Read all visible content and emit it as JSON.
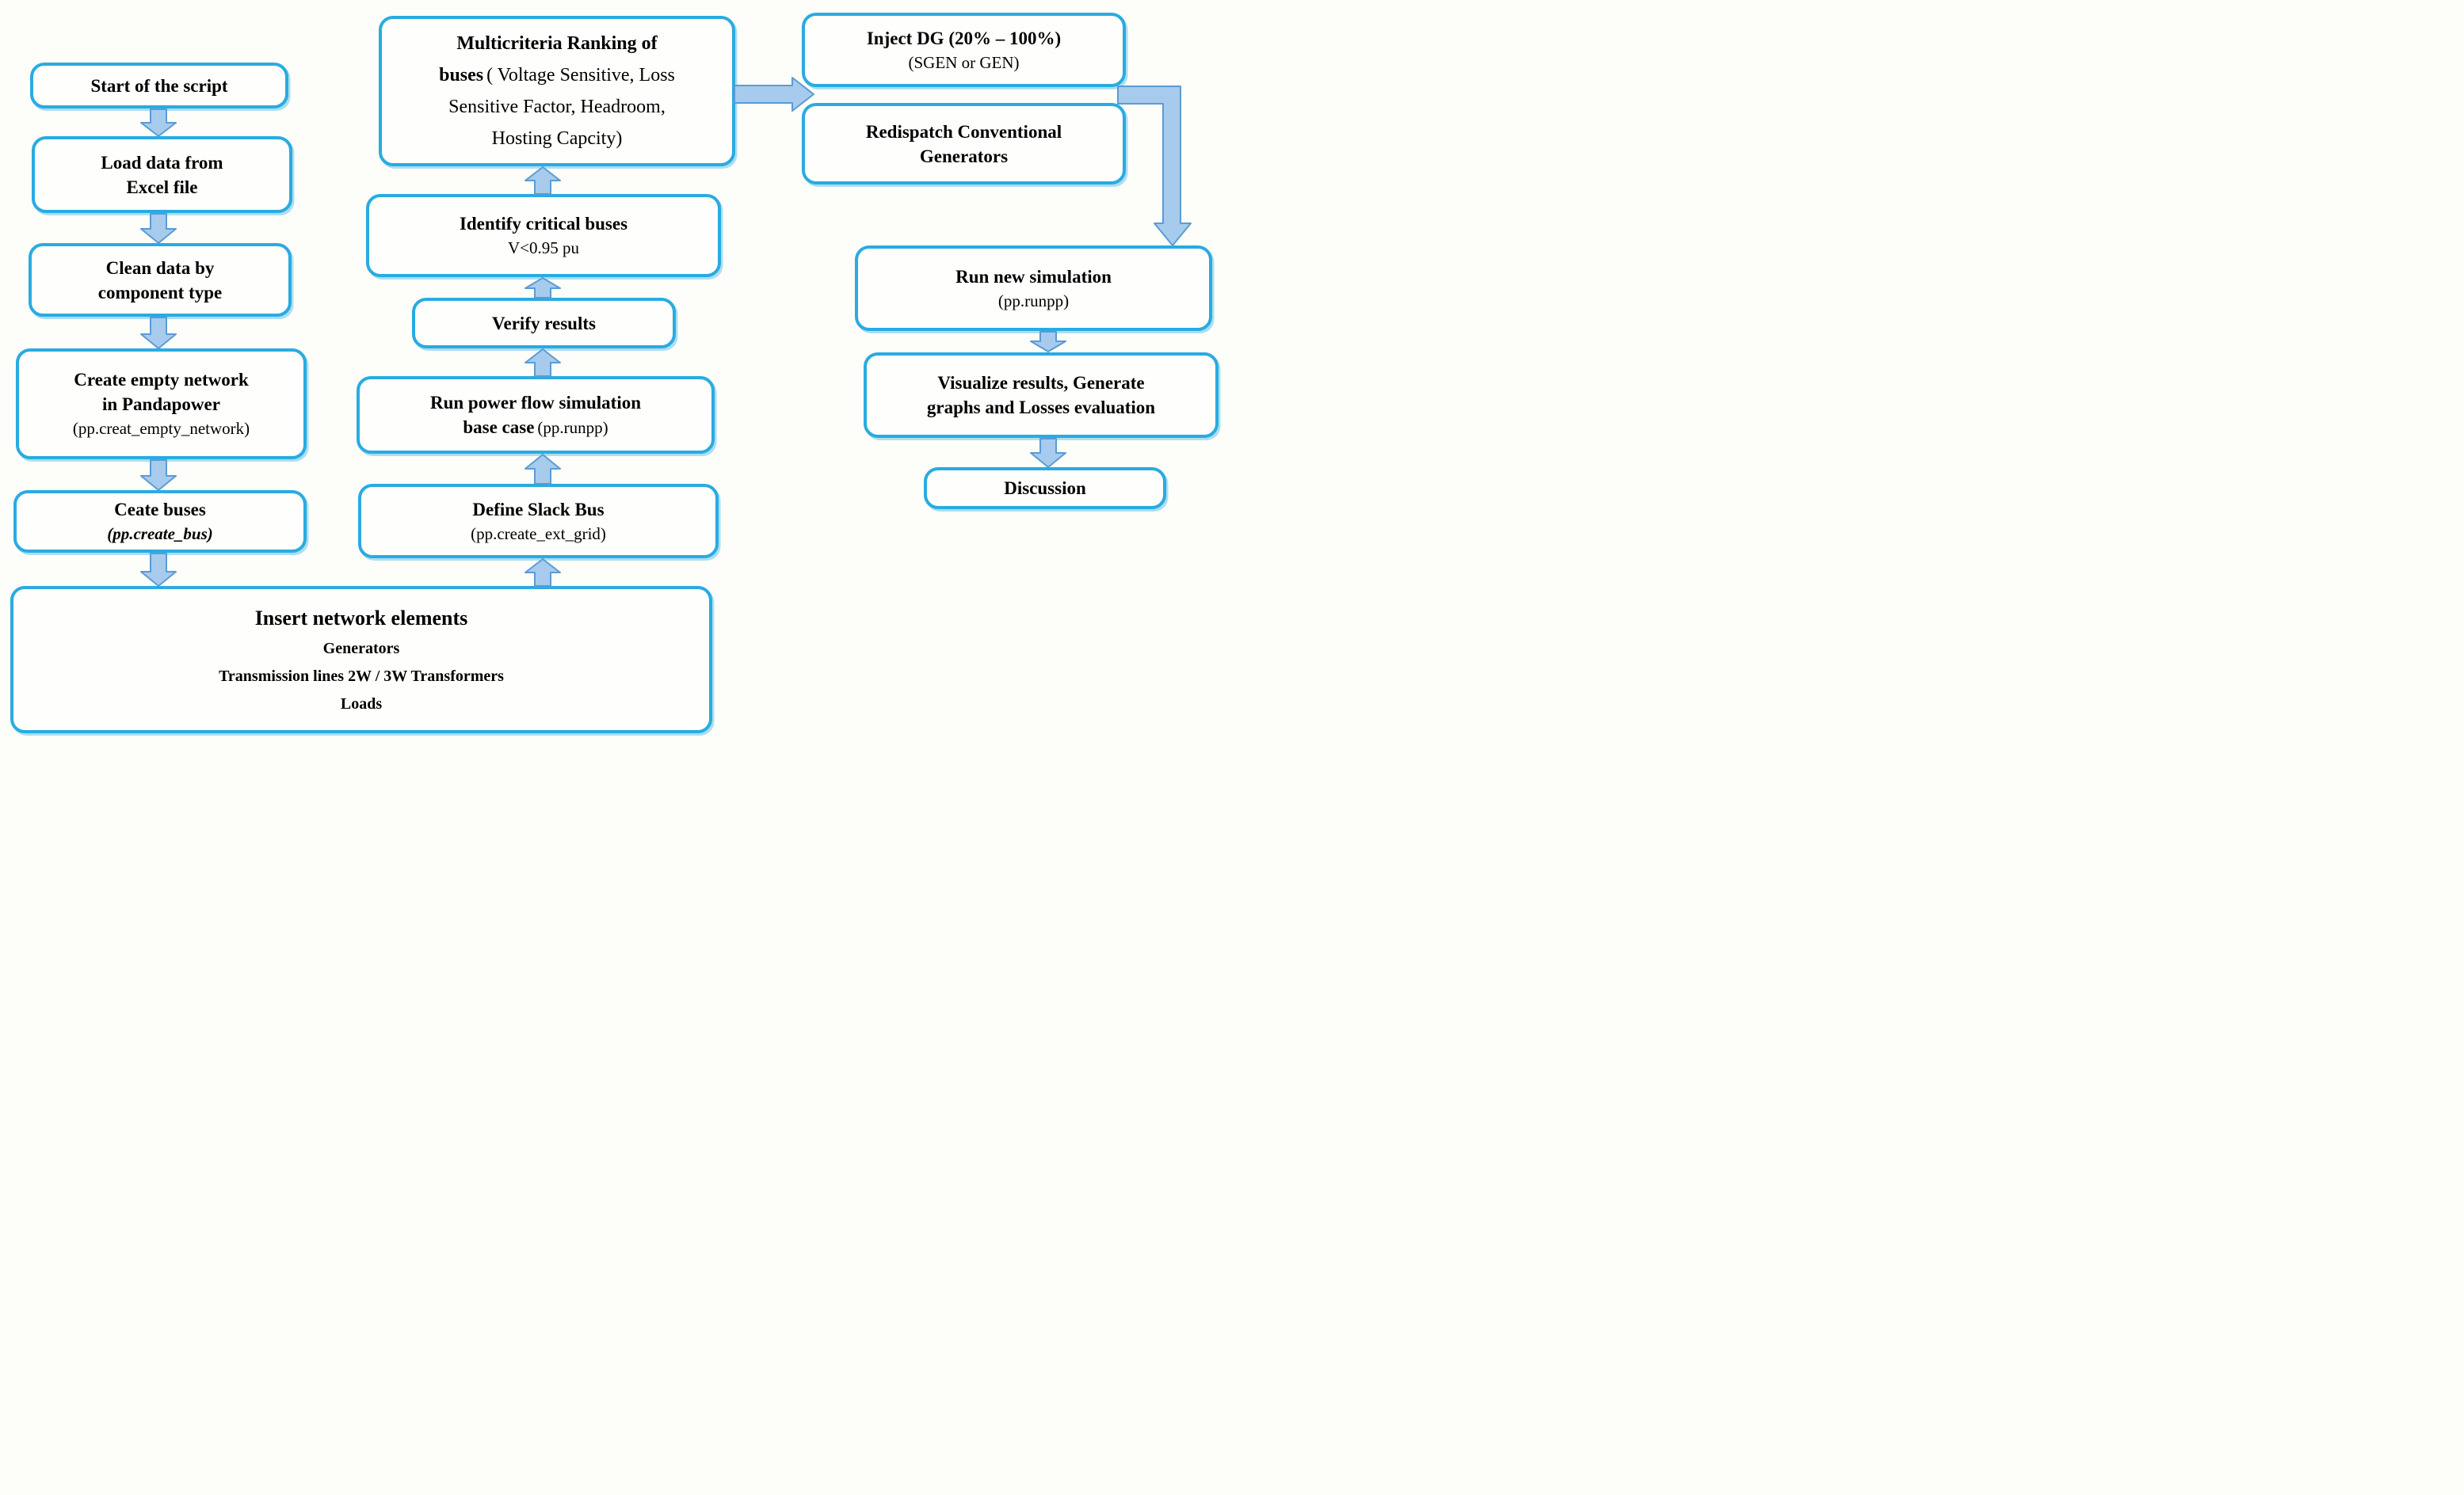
{
  "flowchart": {
    "left_column": {
      "start": {
        "line1": "Start of the script"
      },
      "load_data": {
        "line1": "Load data from",
        "line2": "Excel file"
      },
      "clean_data": {
        "line1": "Clean data by",
        "line2": "component type"
      },
      "create_network": {
        "line1": "Create empty network",
        "line2": "in Pandapower",
        "code": "(pp.creat_empty_network)"
      },
      "create_buses": {
        "line1": "Ceate buses",
        "code": "(pp.create_bus)"
      },
      "insert_elements": {
        "title": "Insert network elements",
        "item1": "Generators",
        "item2": "Transmission lines 2W / 3W Transformers",
        "item3": "Loads"
      }
    },
    "middle_column": {
      "define_slack": {
        "line1": "Define Slack Bus",
        "code": "(pp.create_ext_grid)"
      },
      "run_power_flow": {
        "line1": "Run power flow simulation",
        "line2_bold": "base case",
        "line2_code": "(pp.runpp)"
      },
      "verify_results": {
        "line1": "Verify results"
      },
      "identify_buses": {
        "line1": "Identify critical buses",
        "line2": "V<0.95 pu"
      },
      "multicriteria": {
        "line1": "Multicriteria Ranking of",
        "line2_bold": "buses",
        "line2_rest": "( Voltage Sensitive, Loss",
        "line3": "Sensitive Factor, Headroom,",
        "line4": "Hosting Capcity)"
      }
    },
    "right_column": {
      "inject_dg": {
        "line1": "Inject DG (20% – 100%)",
        "line2": "(SGEN or GEN)"
      },
      "redispatch": {
        "line1": "Redispatch Conventional",
        "line2": "Generators"
      },
      "run_new_sim": {
        "line1": "Run new simulation",
        "line2": "(pp.runpp)"
      },
      "visualize": {
        "line1": "Visualize results, Generate",
        "line2": "graphs and Losses evaluation"
      },
      "discussion": {
        "line1": "Discussion"
      }
    },
    "colors": {
      "box_border": "#29abe2",
      "arrow_fill": "#a6cbec",
      "arrow_stroke": "#5b9bd5",
      "text": "#000000",
      "background": "#fdfdf9"
    }
  }
}
